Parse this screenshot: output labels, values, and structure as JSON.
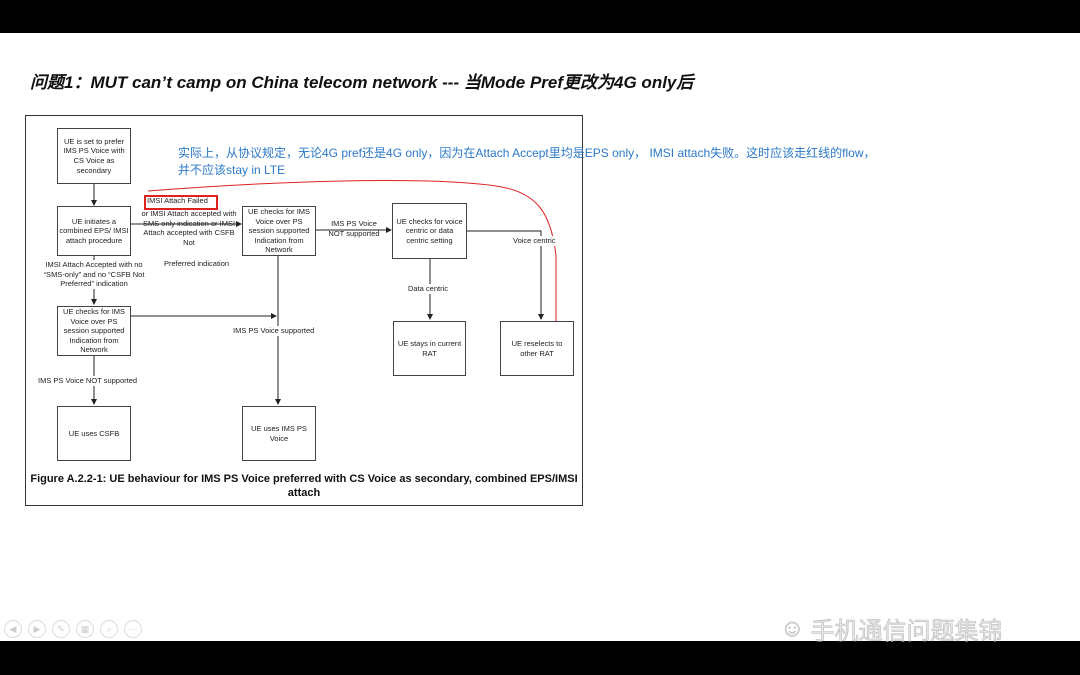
{
  "slide_title": "问题1：MUT can’t camp on China telecom network --- 当Mode Pref更改为4G only后",
  "annotation": "实际上，从协议规定，无论4G pref还是4G only，因为在Attach Accept里均是EPS only， IMSI attach失败。这时应该走红线的flow，并不应该stay in LTE",
  "figure": {
    "boxes": {
      "b1": "UE is set to prefer IMS PS Voice with CS Voice as secondary",
      "b2": "UE initiates a combined EPS/ IMSI attach procedure",
      "b3": "UE checks for IMS Voice over PS session supported Indication from Network",
      "b4": "UE uses CSFB",
      "b5": "UE checks for IMS Voice over PS session supported Indication from Network",
      "b6": "UE uses IMS PS Voice",
      "b7": "UE checks for voice centric or data centric setting",
      "b8": "UE stays in current RAT",
      "b9": "UE reselects to other RAT"
    },
    "labels": {
      "imsi_failed": "IMSI Attach Failed",
      "fail_rest": "or IMSI Attach accepted with SMS only indication or IMSI Attach accepted with CSFB Not",
      "fail_rest2": "Preferred indication",
      "accepted": "IMSI Attach Accepted with no “SMS-only” and no “CSFB Not Preferred” indication",
      "ims_supported": "IMS PS Voice supported",
      "ims_not_supported_1": "IMS PS Voice  NOT supported",
      "ims_not_supported_2": "IMS PS Voice NOT supported",
      "data_centric": "Data centric",
      "voice_centric": "Voice centric"
    },
    "caption": "Figure A.2.2-1: UE behaviour for IMS PS Voice preferred with CS Voice as secondary, combined EPS/IMSI attach"
  },
  "controls": [
    "previous",
    "next",
    "pen",
    "slides",
    "zoom",
    "more"
  ],
  "watermark": "手机通信问题集锦"
}
